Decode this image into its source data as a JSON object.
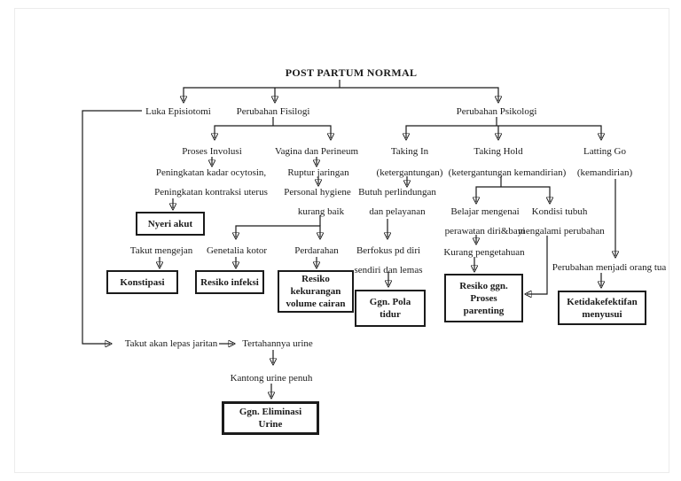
{
  "page": {
    "background": "#ffffff",
    "ink": "#1b1b1b"
  },
  "diagram": {
    "title": "POST PARTUM NORMAL",
    "episiotomi": {
      "label": "Luka Episiotomi",
      "takut_lepas": "Takut akan lepas jaritan",
      "tertahan_urine": "Tertahannya urine",
      "kantong_urine": "Kantong urine penuh",
      "box_eliminasi_l1": "Ggn. Eliminasi",
      "box_eliminasi_l2": "Urine"
    },
    "fisiologi": {
      "label": "Perubahan Fisilogi",
      "involusi": {
        "label": "Proses Involusi",
        "ocytosin": "Peningkatan kadar ocytosin,",
        "kontraksi": "Peningkatan kontraksi uterus",
        "box_nyeri": "Nyeri akut",
        "takut_mengejan": "Takut mengejan",
        "box_konstipasi": "Konstipasi"
      },
      "vagina": {
        "label": "Vagina dan Perineum",
        "ruptur": "Ruptur jaringan",
        "hygiene_l1": "Personal hygiene",
        "hygiene_l2": "kurang baik",
        "genetalia": "Genetalia kotor",
        "perdarahan": "Perdarahan",
        "box_infeksi": "Resiko infeksi",
        "box_cairan_l1": "Resiko",
        "box_cairan_l2": "kekurangan",
        "box_cairan_l3": "volume cairan"
      }
    },
    "psikologi": {
      "label": "Perubahan Psikologi",
      "taking_in": {
        "label": "Taking In",
        "sub": "(ketergantungan)",
        "butuh_l1": "Butuh perlindungan",
        "butuh_l2": "dan pelayanan",
        "berfokus_l1": "Berfokus pd diri",
        "berfokus_l2": "sendiri dan lemas",
        "box_tidur_l1": "Ggn. Pola",
        "box_tidur_l2": "tidur"
      },
      "taking_hold": {
        "label": "Taking Hold",
        "sub": "(ketergantungan kemandirian)",
        "belajar_l1": "Belajar mengenai",
        "belajar_l2": "perawatan diri&bayi",
        "kurang_pengetahuan": "Kurang pengetahuan",
        "box_parenting_l1": "Resiko ggn.",
        "box_parenting_l2": "Proses",
        "box_parenting_l3": "parenting",
        "kondisi_l1": "Kondisi tubuh",
        "kondisi_l2": "mengalami perubahan"
      },
      "letting_go": {
        "label": "Latting Go",
        "sub": "(kemandirian)",
        "perubahan_ortu": "Perubahan menjadi orang tua",
        "box_menyusui_l1": "Ketidakefektifan",
        "box_menyusui_l2": "menyusui"
      }
    }
  }
}
